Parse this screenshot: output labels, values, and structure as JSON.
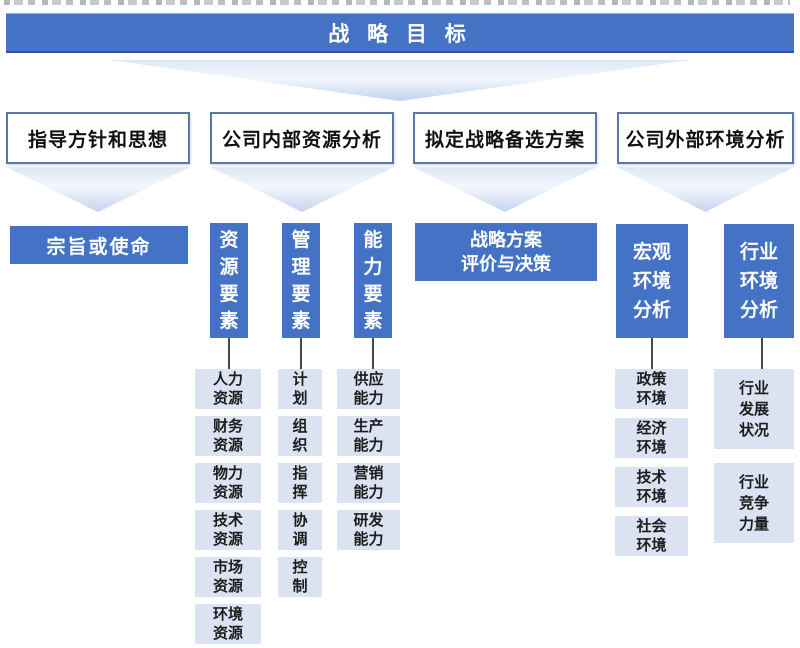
{
  "colors": {
    "primary_blue": "#4472c4",
    "item_light_blue": "#dbe3f2",
    "phase_box_border": "#5a78a6",
    "arrow_gradient_top": "#dde7f5",
    "arrow_gradient_bottom": "#c2d4ef",
    "connector_line": "#4a4a4a"
  },
  "diagram": {
    "title": "战 略 目 标",
    "phase_boxes": [
      "指导方针和思想",
      "公司内部资源分析",
      "拟定战略备选方案",
      "公司外部环境分析"
    ],
    "mission_box": "宗旨或使命",
    "factor_boxes": [
      "资\n源\n要\n素",
      "管\n理\n要\n素",
      "能\n力\n要\n素"
    ],
    "decision_box": "战略方案\n评价与决策",
    "env_boxes": [
      "宏观\n环境\n分析",
      "行业\n环境\n分析"
    ],
    "resource_items": [
      "人力\n资源",
      "财务\n资源",
      "物力\n资源",
      "技术\n资源",
      "市场\n资源",
      "环境\n资源"
    ],
    "management_items": [
      "计\n划",
      "组\n织",
      "指\n挥",
      "协\n调",
      "控\n制"
    ],
    "capability_items": [
      "供应\n能力",
      "生产\n能力",
      "营销\n能力",
      "研发\n能力"
    ],
    "macro_env_items": [
      "政策\n环境",
      "经济\n环境",
      "技术\n环境",
      "社会\n环境"
    ],
    "industry_env_items": [
      "行业\n发展\n状况",
      "行业\n竞争\n力量"
    ]
  }
}
